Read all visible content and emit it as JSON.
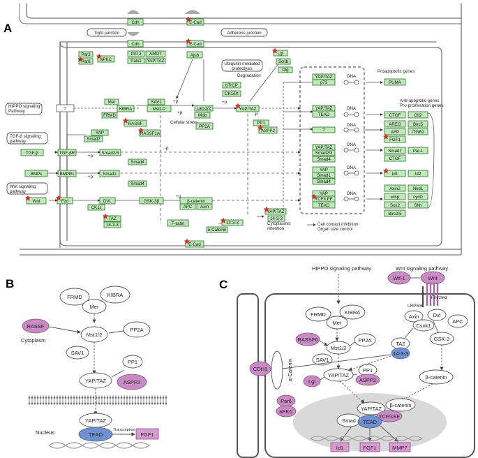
{
  "panels": {
    "a": "A",
    "b": "B",
    "c": "C"
  },
  "panel_a": {
    "genes": {
      "cdh_top": "Cdh",
      "cdh_bot": "Cdh",
      "ecad_top": "E-Cad",
      "ecad_bot": "E-Cad",
      "ecad_lower": "E-Cad",
      "par3": "Par3",
      "par6": "Par6",
      "apkc": "aPKC",
      "patj": "PATJ",
      "pals1": "Pals1",
      "amot": "AMOT",
      "yaptaz_amot": "YAP/TAZ",
      "ajub": "Ajub",
      "lgl": "Lgl",
      "scrib": "Scrib",
      "dlg": "Dlg",
      "mer": "Mer",
      "kibra": "KIBRA",
      "frmd": "FRMD",
      "sav1": "SAV1",
      "mst12": "Mst1/2",
      "rassf": "RASSF",
      "rassf1a": "RASSF1A",
      "lats12": "Lats1/2",
      "mob": "Mob",
      "pp2a": "PP2A",
      "btrcp": "bTrCP",
      "ck1": "CK1δ/ε",
      "yaptaz_center": "YAP/TAZ",
      "pp1": "PP1",
      "aspp2": "ASPP2",
      "tgfb": "TGF-β",
      "tgfbr": "TGF-βR",
      "yap_tgf": "YAP",
      "smad7_tgf": "Smad7",
      "smad23": "Smad2/3",
      "smad4_a": "Smad4",
      "bmps": "BMPs",
      "bmpr": "BMPRs",
      "smad1": "Smad1",
      "smad4_b": "Smad4",
      "wnt": "Wnt",
      "fzd": "Fzd",
      "dvl": "DVL",
      "ck1e": "CK1ε",
      "gsk3b": "GSK-3β",
      "taz": "TAZ",
      "f4333": "14-3-3",
      "bcat": "β-catenin",
      "apc": "APC",
      "axin": "Axin",
      "factin": "F-actin",
      "acat": "α-Catenin",
      "f4333b": "14-3-3",
      "yaptaz_bot": "YAP/TAZ",
      "f4333c": "14-3-3",
      "yaptaz_p73": "YAP/TAZ",
      "p73": "p73",
      "yaptaz_tead": "YAP/TAZ",
      "tead_1": "TEAD",
      "q": "?",
      "yaptaz_smad": "YAP/TAZ",
      "smad23_b": "Smad2/3",
      "smad4_c": "Smad4",
      "yap_smad1": "YAP",
      "smad1_b": "Smad1",
      "smad4_d": "Smad4",
      "yap_tcf": "YAP",
      "tcflef": "TCF/LEF",
      "tead_2": "TEAD",
      "puma": "PUMA",
      "ctgf": "CTGF",
      "gli2": "Gli2",
      "areg": "AREG",
      "birc5": "Birc5",
      "afp": "AFP",
      "itgb2": "ITGB2",
      "fgf1": "FGF1",
      "smad7_b": "Smad7",
      "pai1": "Pai-1",
      "ctgf_b": "CTGF",
      "id1": "Id1",
      "id2": "Id2",
      "axin2": "Axin2",
      "nkd1": "Nkd1",
      "wisp": "wisp",
      "cycd": "cycD",
      "sox2": "Sox2",
      "shh": "Shh",
      "birc25": "Birc2/5"
    },
    "labels": {
      "tight": "Tight junction",
      "adherens": "Adherens junction",
      "hippo": "HIPPO signaling\nPathway",
      "tgfpath": "TGF-β signaling\npathway",
      "wntpath": "Wnt signaling\npathway",
      "ubiq": "Ubiquitin mediated\nproteolysis",
      "degradation": "Degradation",
      "stress": "Cellular stress",
      "cytoret": "Cytoplasmic\nretention",
      "inhib": "Cell contact inhibition\nOrgan size control",
      "proapo": "Proapoptotic genes",
      "antiapo": "Anti-apoptotic genes\nPro-proliferation genes",
      "dna": "DNA",
      "plus_p": "+p",
      "minus_p": "-p",
      "q": "?"
    }
  },
  "panel_b": {
    "frmd": "FRMD",
    "kibra": "KIBRA",
    "mer": "Mer",
    "rassf": "RASSF",
    "pp2a": "PP2A",
    "cytoplasm": "Cytoplasm",
    "mst": "Mst1/2",
    "sav1": "SAV1",
    "pp1": "PP1",
    "yaptaz": "YAP/TAZ",
    "aspp2": "ASPP2",
    "yaptaz_n": "YAP/TAZ",
    "nucleus": "Nucleus",
    "tead": "TEAD",
    "transcription": "Transcription",
    "fgf1": "FGF1"
  },
  "panel_c": {
    "hippo": "HIPPO signaling pathway",
    "wnt_path": "Wnt signaling pathway",
    "wif1": "Wif-1",
    "wnt": "Wnt",
    "frizzled": "Frizzled",
    "lrp": "LRP5/6",
    "axin": "Axin",
    "dvl": "Dvl",
    "apc": "APC",
    "csnk1": "Csnk1",
    "gsk3": "GSK-3",
    "taz": "TAZ",
    "f4333": "14-3-3",
    "bcat": "β-catenin",
    "frmd": "FRMD",
    "kibra": "KIBRA",
    "mer": "Mer",
    "rassf6": "RASSF6",
    "pp2a": "PP2A",
    "mst": "Mst1/2",
    "sav1": "SAV1",
    "cdh1": "CDH1",
    "acat": "α-Catenin",
    "yaptaz": "YAP/TAZ",
    "pp1": "PP1",
    "lgl": "Lgl",
    "aspp2": "ASPP2",
    "par6": "Par6",
    "apkc": "aPKC",
    "yaptaz_n": "YAP/TAZ",
    "bcat_n": "β-catenin",
    "tcflef": "TCF/LEF",
    "smad": "Smad",
    "tead": "TEAD",
    "id1": "Id1",
    "fgf1": "FGF1",
    "mmp7": "MMP7"
  },
  "colors": {
    "kegg_green": "#bfe9b8",
    "magenta": "#c98bc3",
    "tead_blue": "#6f8fcf",
    "nucleus_gray": "#d9d9d9"
  }
}
